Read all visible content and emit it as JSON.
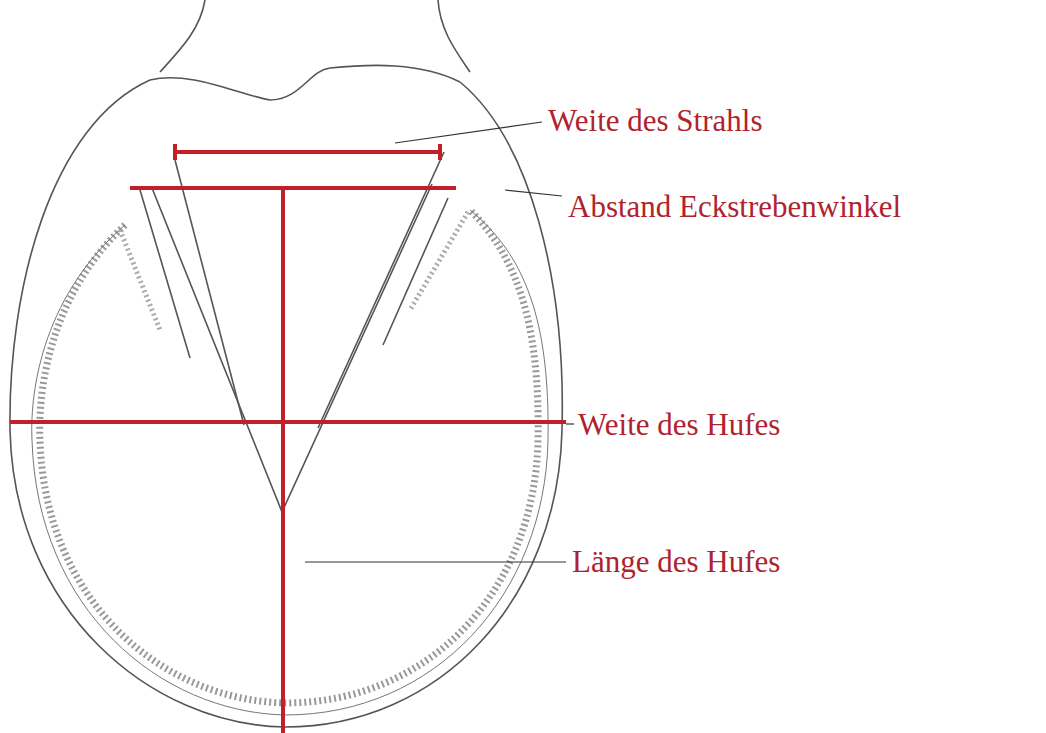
{
  "diagram": {
    "labels": [
      "Weite des Strahls",
      "Abstand Eckstrebenwinkel",
      "Weite des Hufes",
      "Länge des Hufes"
    ]
  }
}
